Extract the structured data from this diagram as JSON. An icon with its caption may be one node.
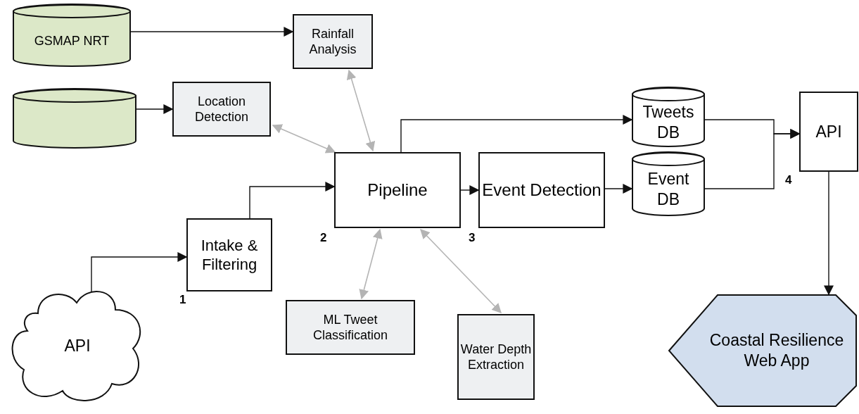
{
  "diagram": {
    "nodes": [
      {
        "text": [
          "GSMAP NRT"
        ]
      },
      {
        "text": [],
        "shape": "cylinder"
      },
      {
        "text": [
          "Rainfall Analysis"
        ]
      },
      {
        "text": [
          "Location Detection"
        ]
      },
      {
        "text": [
          "Pipeline"
        ],
        "beside": [
          "2"
        ]
      },
      {
        "text": [
          "Intake & Filtering"
        ],
        "beside": [
          "1"
        ]
      },
      {
        "text": [
          "API"
        ]
      },
      {
        "text": [
          "ML Tweet Classification"
        ]
      },
      {
        "text": [
          "Water Depth Extraction"
        ]
      },
      {
        "text": [
          "Event Detection"
        ],
        "beside": [
          "3"
        ]
      },
      {
        "text": [
          "Tweets DB"
        ]
      },
      {
        "text": [
          "Event DB"
        ]
      },
      {
        "text": [
          "API"
        ],
        "beside": [
          "4"
        ]
      },
      {
        "text": [
          "Coastal Resilience Web App"
        ]
      }
    ],
    "edges": [
      {
        "from": 0,
        "to": 2,
        "arrow": "to"
      },
      {
        "from": 1,
        "to": 3,
        "arrow": "to"
      },
      {
        "from": 2,
        "to": 4,
        "arrow": "both",
        "color": "#b4b4b4"
      },
      {
        "from": 3,
        "to": 4,
        "arrow": "both",
        "color": "#b4b4b4"
      },
      {
        "from": 4,
        "to": 10,
        "arrow": "to"
      },
      {
        "from": 5,
        "to": 4,
        "arrow": "to"
      },
      {
        "from": 6,
        "to": 5,
        "arrow": "to"
      },
      {
        "from": 4,
        "to": 7,
        "arrow": "both",
        "color": "#b4b4b4"
      },
      {
        "from": 4,
        "to": 8,
        "arrow": "both",
        "color": "#b4b4b4"
      },
      {
        "from": 4,
        "to": 9,
        "arrow": "to"
      },
      {
        "from": 9,
        "to": 11,
        "arrow": "to"
      },
      {
        "from": 10,
        "to": 12,
        "arrow": "to"
      },
      {
        "from": 11,
        "to": 12,
        "arrow": "to"
      },
      {
        "from": 12,
        "to": 13,
        "arrow": "to"
      }
    ]
  }
}
